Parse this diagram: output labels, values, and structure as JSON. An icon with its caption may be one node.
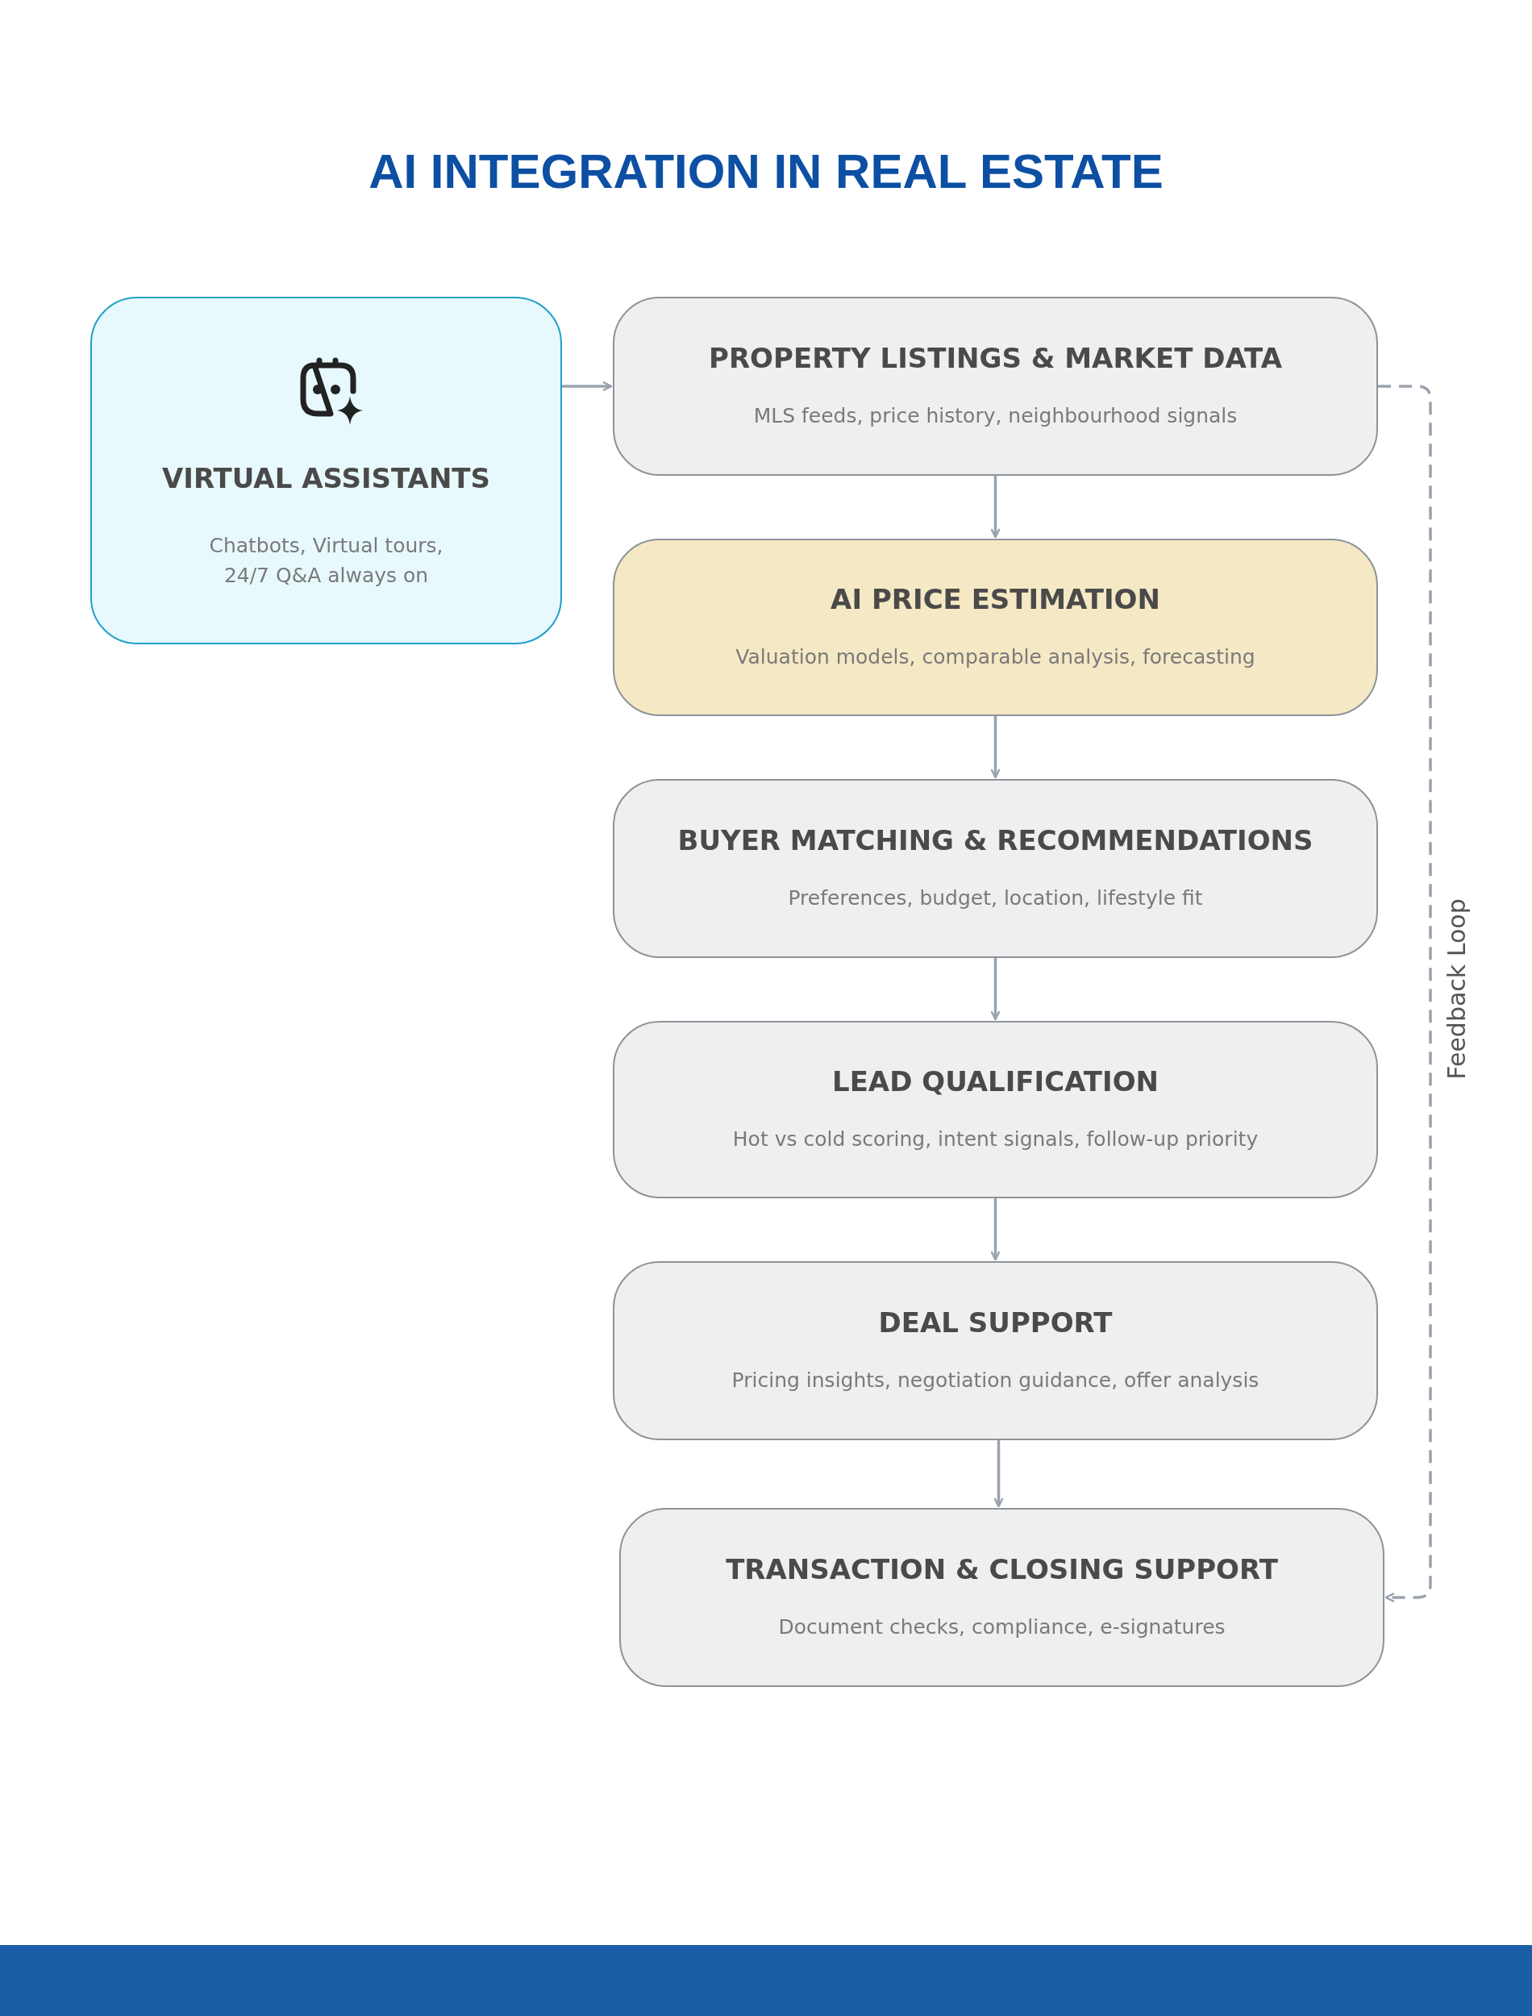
{
  "diagram": {
    "title": "AI INTEGRATION IN REAL ESTATE",
    "nodes": [
      {
        "text": [
          "VIRTUAL ASSISTANTS",
          "Chatbots, Virtual tours, 24/7 Q&A always on"
        ]
      },
      {
        "text": [
          "PROPERTY LISTINGS & MARKET DATA",
          "MLS feeds, price history, neighbourhood signals"
        ]
      },
      {
        "text": [
          "AI PRICE ESTIMATION",
          "Valuation models, comparable analysis, forecasting"
        ]
      },
      {
        "text": [
          "BUYER MATCHING & RECOMMENDATIONS",
          "Preferences, budget, location, lifestyle fit"
        ]
      },
      {
        "text": [
          "LEAD QUALIFICATION",
          "Hot vs cold scoring, intent signals, follow-up priority"
        ]
      },
      {
        "text": [
          "DEAL SUPPORT",
          "Pricing insights, negotiation guidance, offer analysis"
        ]
      },
      {
        "text": [
          "TRANSACTION & CLOSING SUPPORT",
          "Document checks, compliance, e-signatures"
        ]
      }
    ],
    "edges": [
      {
        "from": 0,
        "to": 1,
        "arrow": "to"
      },
      {
        "from": 1,
        "to": 2,
        "arrow": "to"
      },
      {
        "from": 2,
        "to": 3,
        "arrow": "to"
      },
      {
        "from": 3,
        "to": 4,
        "arrow": "to"
      },
      {
        "from": 4,
        "to": 5,
        "arrow": "to"
      },
      {
        "from": 5,
        "to": 6,
        "arrow": "to"
      },
      {
        "from": 1,
        "to": 6,
        "arrow": "to",
        "style": "dashed",
        "label": "Feedback Loop"
      }
    ]
  }
}
